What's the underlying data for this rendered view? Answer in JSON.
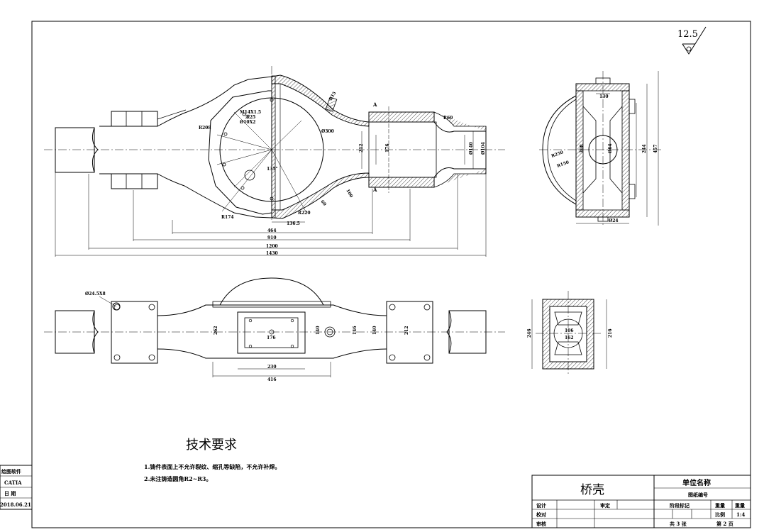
{
  "roughness": {
    "value": "12.5"
  },
  "side_box": {
    "rows": [
      [
        "绘图软件"
      ],
      [
        "CATIA"
      ],
      [
        "日 期"
      ],
      [
        "2018.06.21"
      ]
    ]
  },
  "requirements": {
    "title": "技术要求",
    "items": [
      "1.铸件表面上不允许裂纹、缩孔等缺陷，不允许补焊。",
      "2.未注铸造圆角R2~R3。"
    ]
  },
  "title_block": {
    "part_name": "桥壳",
    "company": "单位名称",
    "drawing_no": "图纸编号",
    "designer": "设计",
    "checker": "校对",
    "reviewer": "审核",
    "approver": "审定",
    "stage": "阶段标记",
    "weight": "重量",
    "weight2": "重量",
    "scale_label": "比例",
    "scale_value": "1:4",
    "total_sheets": "共 3 张",
    "sheet_no": "第 2 页"
  },
  "front_view_dims": {
    "m14": "M14X1.5",
    "deep": "深25",
    "holes": "Ø10X2",
    "r208": "R208",
    "d300": "Ø300",
    "r174": "R174",
    "angle": "135°",
    "r220": "R220",
    "d136": "136.5",
    "d212": "212",
    "d176": "176",
    "d140": "Ø140",
    "d104": "Ø104",
    "r60": "R60",
    "r15": "R15",
    "a_top": "A",
    "a_bot": "A",
    "d100": "100",
    "d60": "60",
    "d464": "464",
    "d910": "910",
    "d1200": "1200",
    "d1430": "1430"
  },
  "side_view_dims": {
    "d130": "130",
    "r250": "R250",
    "r150": "R150",
    "d308": "308",
    "d464": "Ø64",
    "d244": "244",
    "d457": "457",
    "d24": "Ø24"
  },
  "top_view_dims": {
    "d24": "Ø24.5X8",
    "d262": "262",
    "d176": "176",
    "d140": "140",
    "d146": "146",
    "d140b": "140",
    "d212": "212",
    "d230": "230",
    "d416": "416"
  },
  "section_dims": {
    "d246": "246",
    "d106": "106",
    "d162": "162",
    "d216": "216"
  }
}
